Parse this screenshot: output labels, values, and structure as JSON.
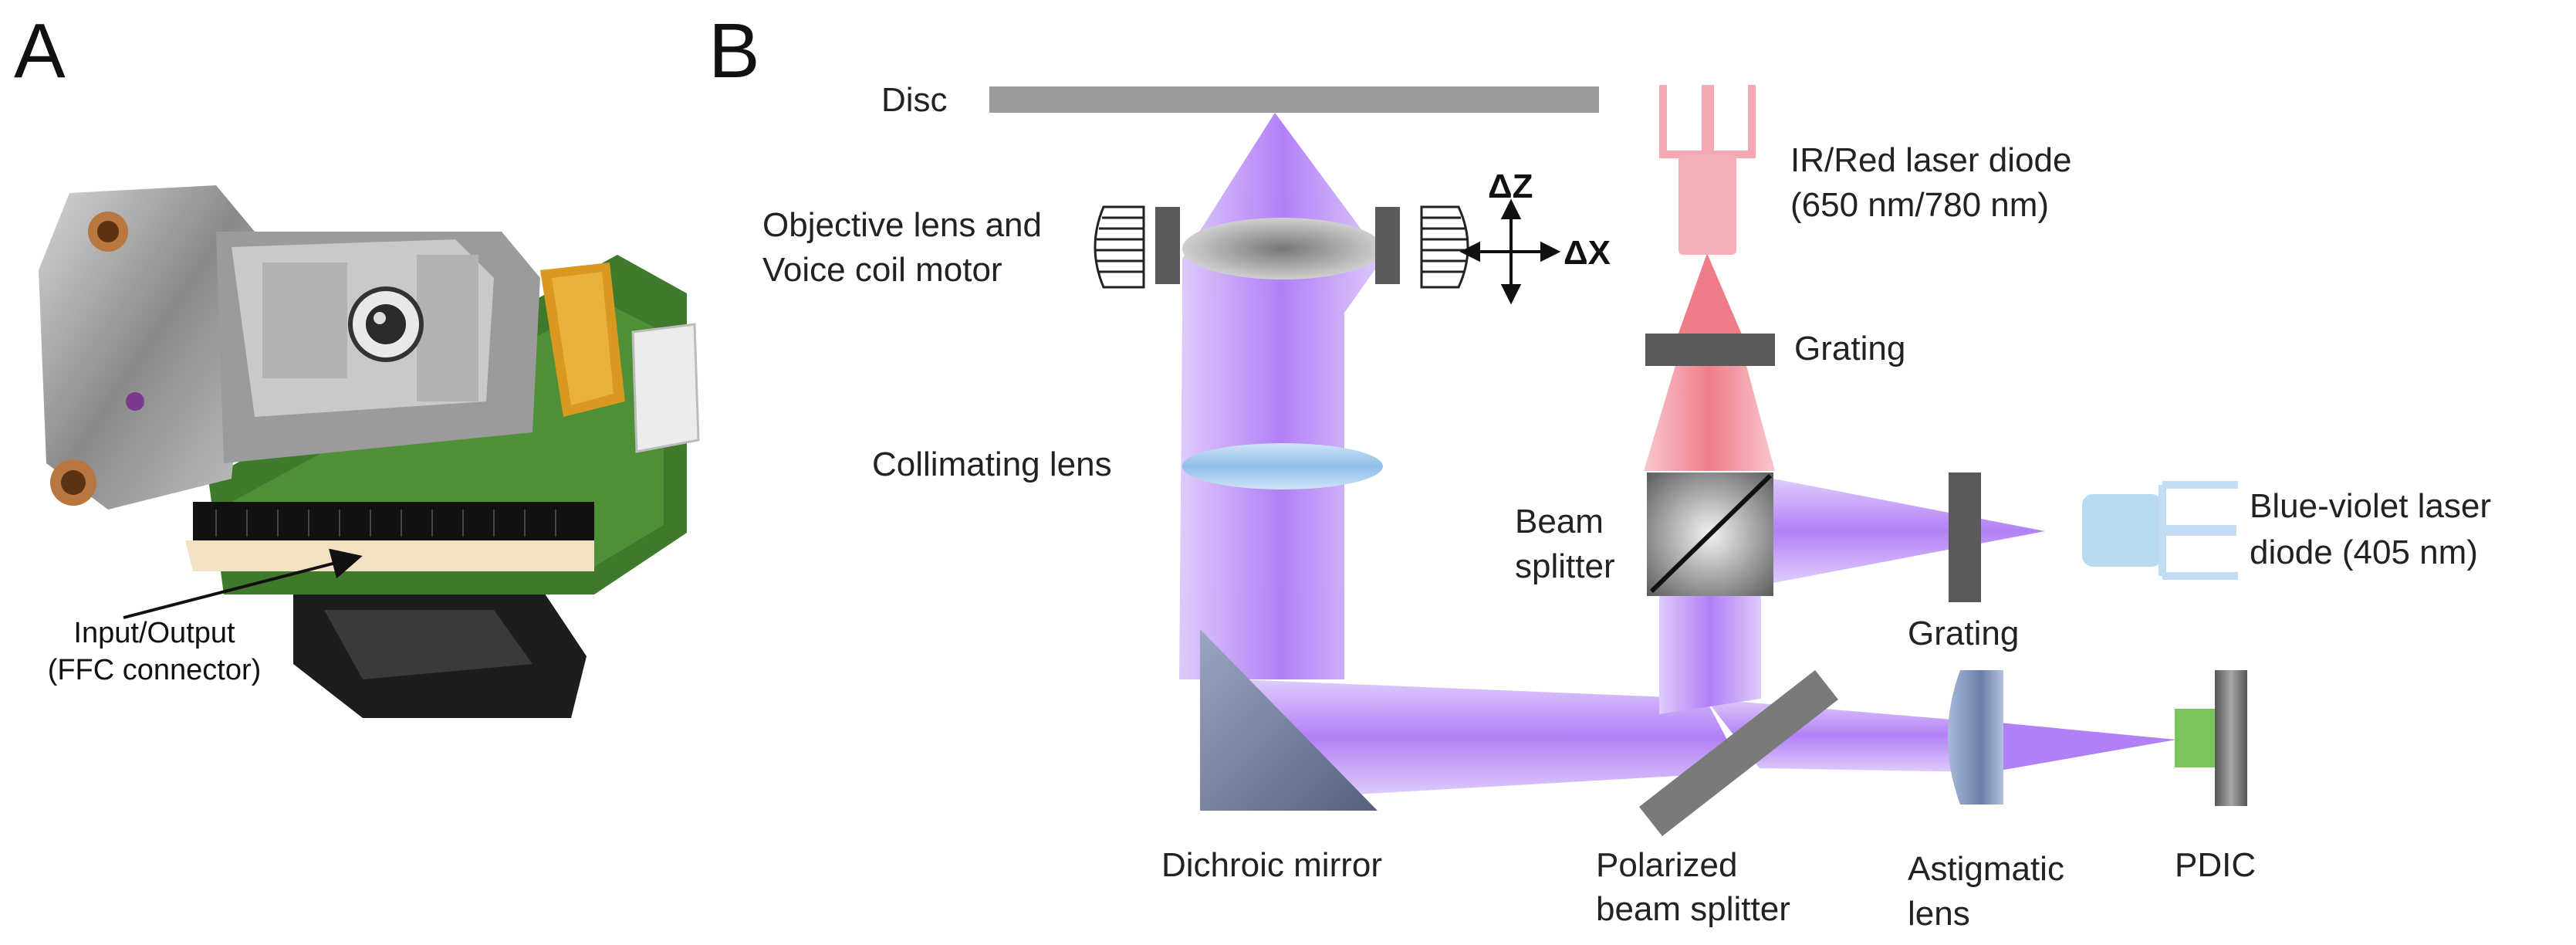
{
  "panel_a": {
    "letter": "A",
    "callout_line1": "Input/Output",
    "callout_line2": "(FFC connector)"
  },
  "panel_b": {
    "letter": "B",
    "disc": "Disc",
    "objective_line1": "Objective lens and",
    "objective_line2": "Voice coil motor",
    "axis_z": "ΔZ",
    "axis_x": "ΔX",
    "ir_line1": "IR/Red laser diode",
    "ir_line2": "(650 nm/780 nm)",
    "grating_top": "Grating",
    "collimating": "Collimating lens",
    "beam_line1": "Beam",
    "beam_line2": "splitter",
    "blue_line1": "Blue-violet laser",
    "blue_line2": "diode (405 nm)",
    "grating_mid": "Grating",
    "dichroic": "Dichroic mirror",
    "pbs_line1": "Polarized",
    "pbs_line2": "beam splitter",
    "astig_line1": "Astigmatic",
    "astig_line2": "lens",
    "pdic": "PDIC"
  },
  "colors": {
    "violet_beam": "#9b5cf0",
    "red_beam": "#f07080",
    "disc_gray": "#9a9a9a",
    "component_gray": "#5a5a5a",
    "lens_blue": "#9ec9ee",
    "pdic_green": "#7cc55a",
    "mirror_slate": "#6f7d9c"
  }
}
